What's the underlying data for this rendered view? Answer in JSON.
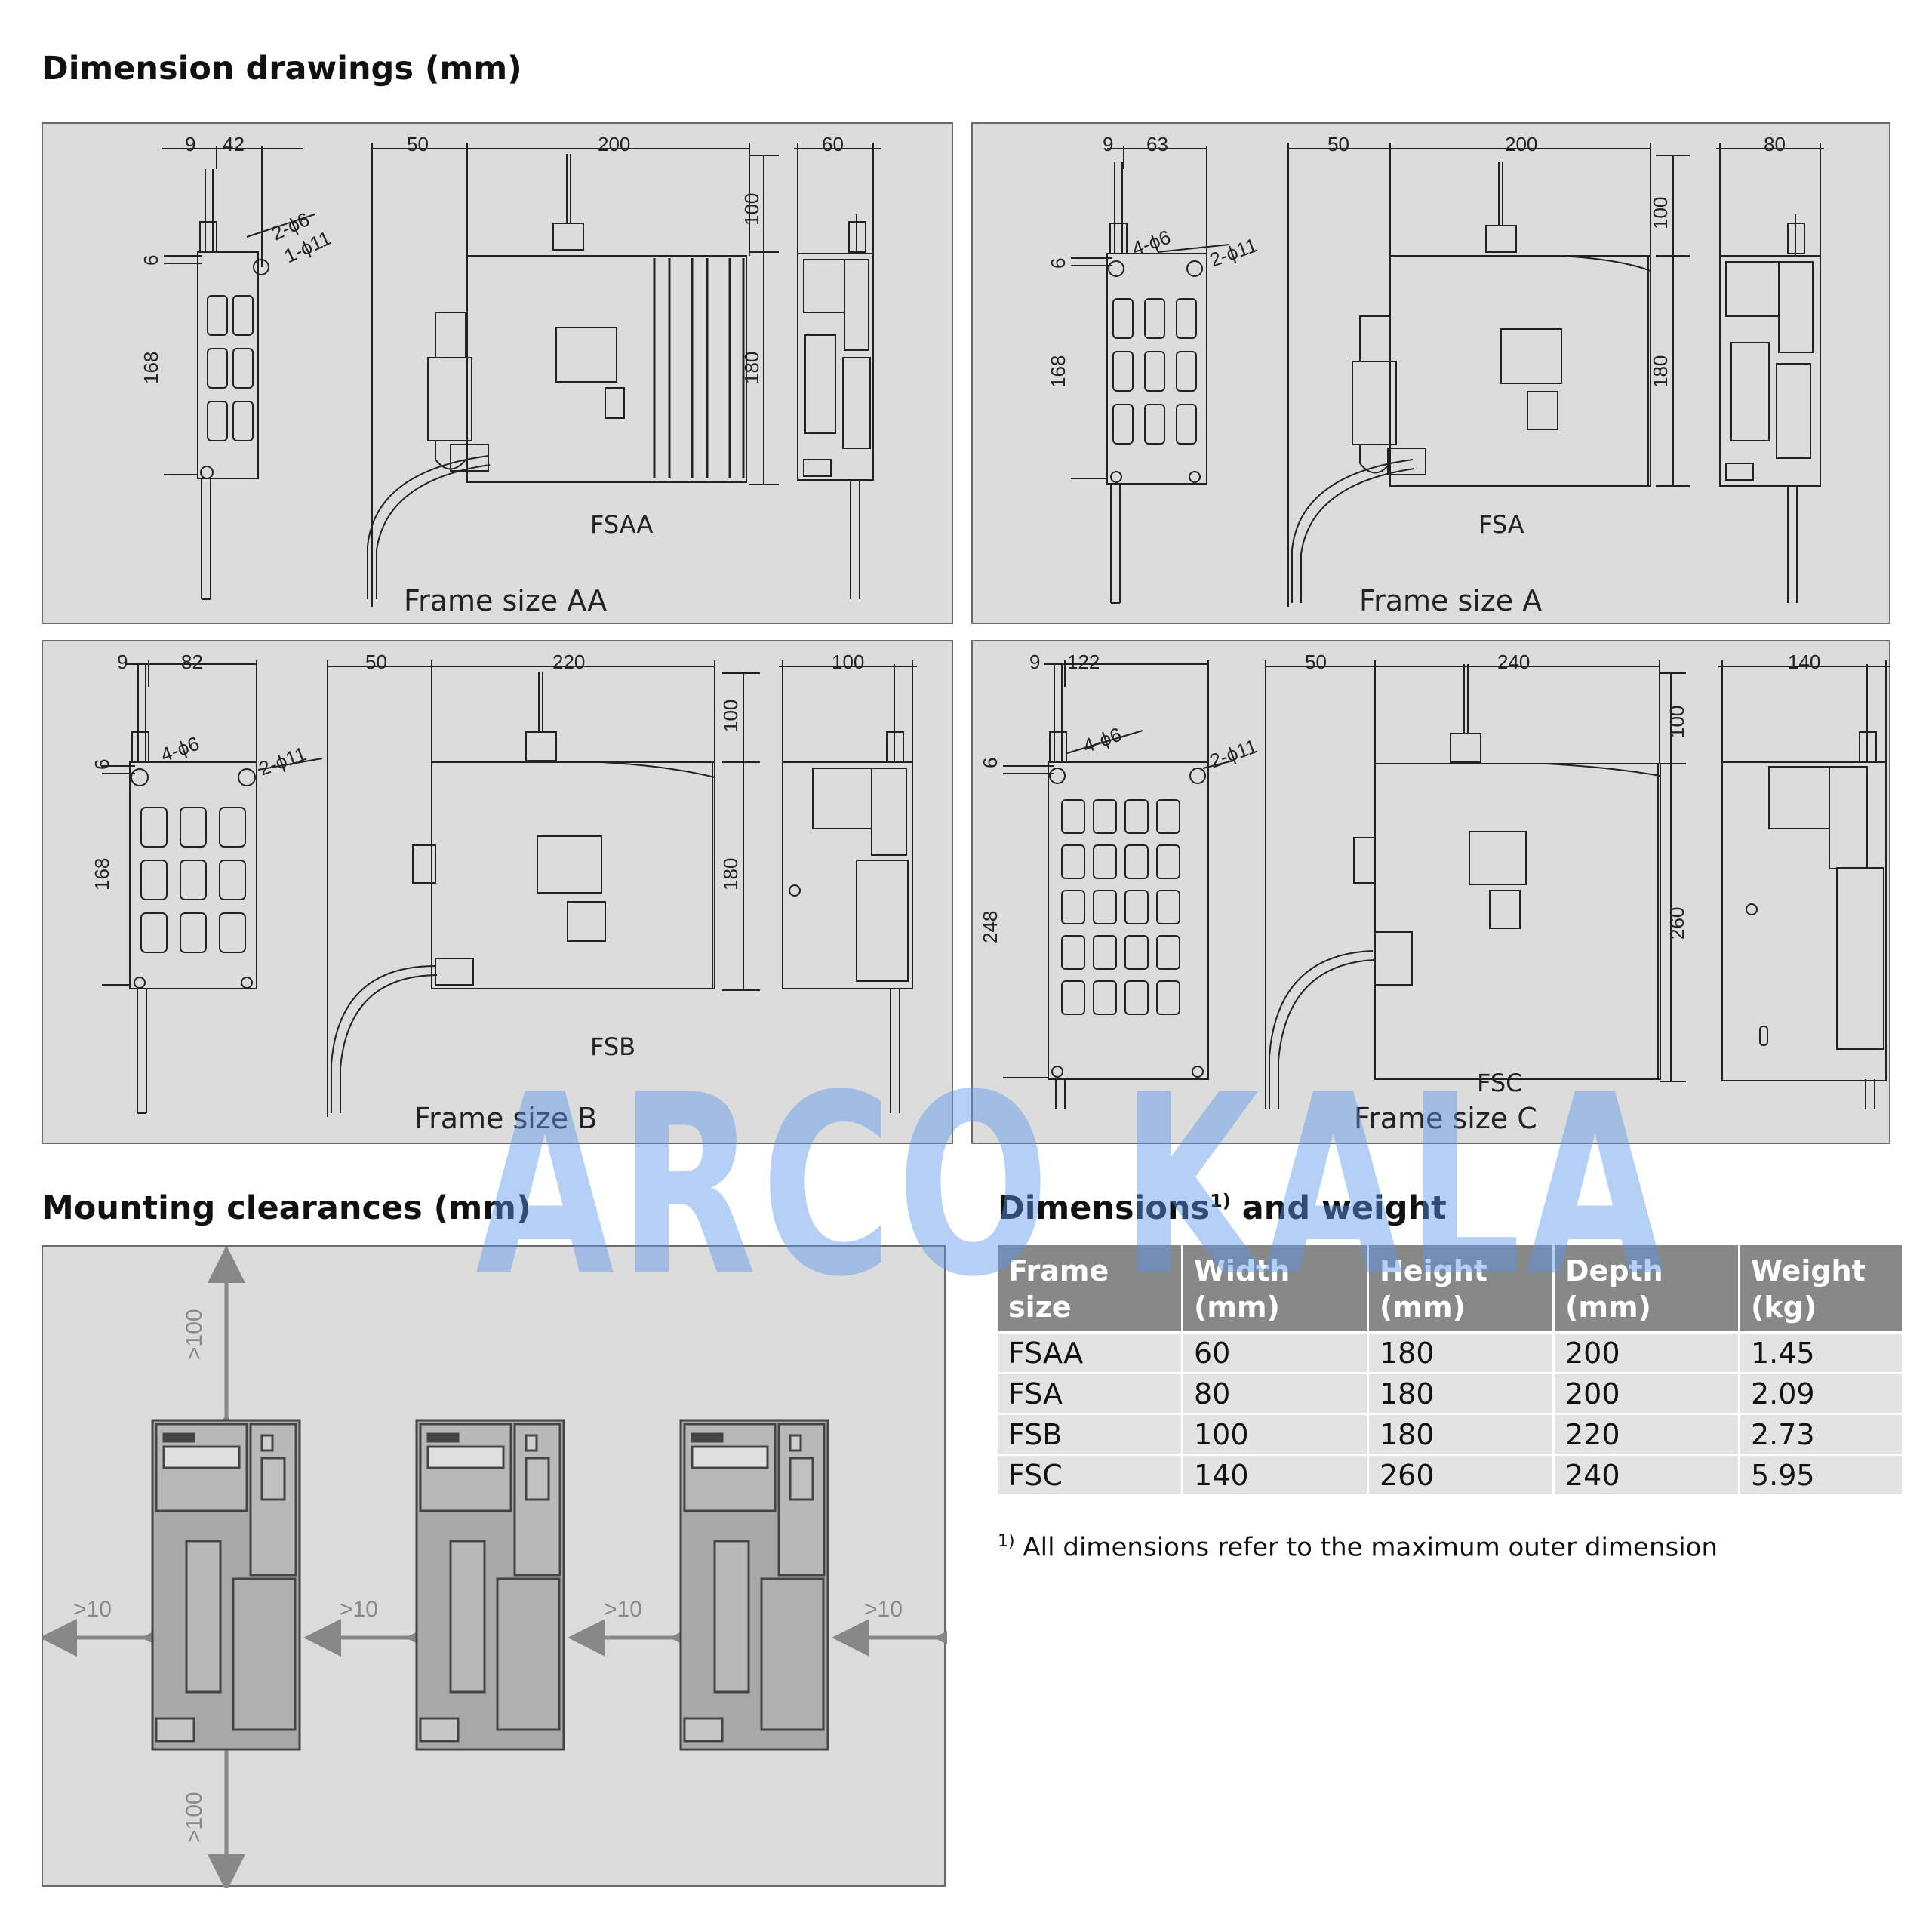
{
  "headings": {
    "dimension_drawings": "Dimension drawings (mm)",
    "mounting_clearances": "Mounting clearances (mm)",
    "dimensions_weight": "Dimensions",
    "dimensions_weight_sup": "1)",
    "dimensions_weight_tail": " and weight"
  },
  "frames": [
    {
      "caption": "Frame size AA",
      "code": "FSAA",
      "dims": {
        "hole_off": "9",
        "hole_pitch": "42",
        "cable_len": "50",
        "depth": "200",
        "width": "60",
        "top": "100",
        "height": "180",
        "small_off": "6",
        "hole_height": "168",
        "hole_a": "2-ϕ6",
        "hole_b": "1-ϕ11"
      }
    },
    {
      "caption": "Frame size A",
      "code": "FSA",
      "dims": {
        "hole_off": "9",
        "hole_pitch": "63",
        "cable_len": "50",
        "depth": "200",
        "width": "80",
        "top": "100",
        "height": "180",
        "small_off": "6",
        "hole_height": "168",
        "hole_a": "4-ϕ6",
        "hole_b": "2-ϕ11"
      }
    },
    {
      "caption": "Frame size B",
      "code": "FSB",
      "dims": {
        "hole_off": "9",
        "hole_pitch": "82",
        "cable_len": "50",
        "depth": "220",
        "width": "100",
        "top": "100",
        "height": "180",
        "small_off": "6",
        "hole_height": "168",
        "hole_a": "4-ϕ6",
        "hole_b": "2-ϕ11"
      }
    },
    {
      "caption": "Frame size C",
      "code": "FSC",
      "dims": {
        "hole_off": "9",
        "hole_pitch": "122",
        "cable_len": "50",
        "depth": "240",
        "width": "140",
        "top": "100",
        "height": "260",
        "small_off": "6",
        "hole_height": "248",
        "hole_a": "4-ϕ6",
        "hole_b": "2-ϕ11"
      }
    }
  ],
  "clearances": {
    "top": ">100",
    "bottom": ">100",
    "side": ">10"
  },
  "table": {
    "headers": [
      "Frame size",
      "Width (mm)",
      "Height (mm)",
      "Depth (mm)",
      "Weight (kg)"
    ],
    "rows": [
      [
        "FSAA",
        "60",
        "180",
        "200",
        "1.45"
      ],
      [
        "FSA",
        "80",
        "180",
        "200",
        "2.09"
      ],
      [
        "FSB",
        "100",
        "180",
        "220",
        "2.73"
      ],
      [
        "FSC",
        "140",
        "260",
        "240",
        "5.95"
      ]
    ]
  },
  "footnote": {
    "marker": "1)",
    "text": " All dimensions refer to the maximum outer dimension"
  },
  "watermark": "ARCO KALA",
  "colors": {
    "panel": "#dcdcdc",
    "table_header": "#888888",
    "table_row": "#e3e3e3",
    "watermark": "#5a96eb"
  }
}
